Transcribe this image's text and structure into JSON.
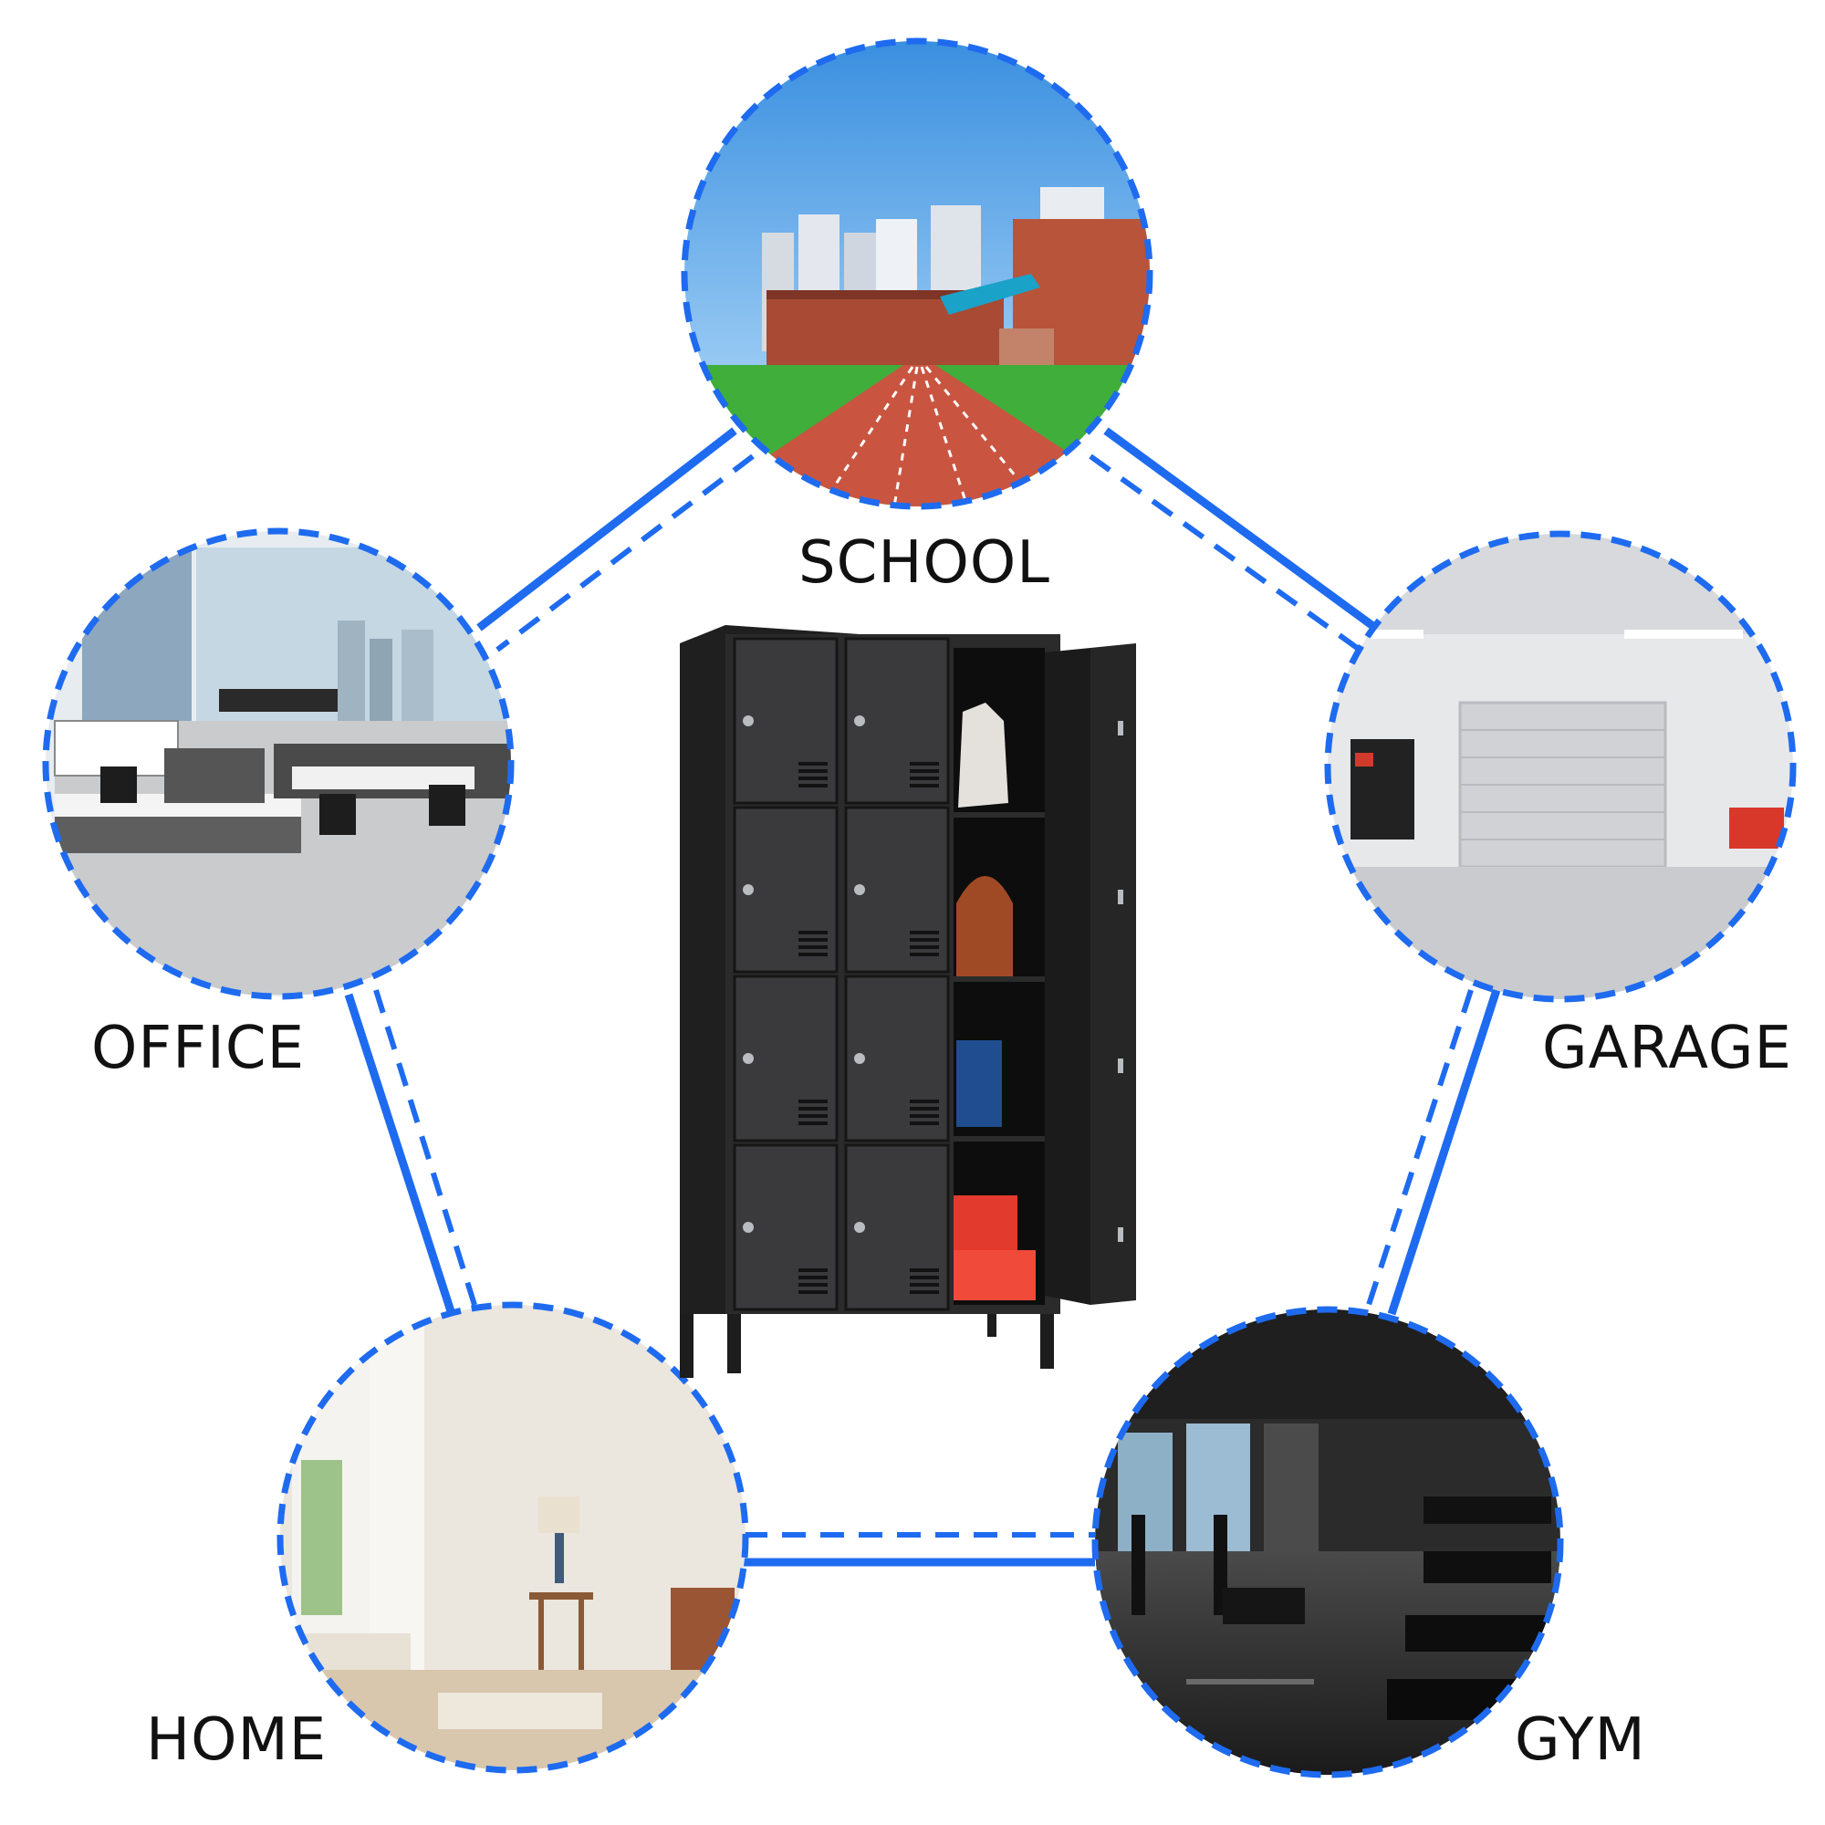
{
  "scenes": [
    {
      "key": "school",
      "label": "SCHOOL"
    },
    {
      "key": "office",
      "label": "OFFICE"
    },
    {
      "key": "garage",
      "label": "GARAGE"
    },
    {
      "key": "home",
      "label": "HOME"
    },
    {
      "key": "gym",
      "label": "GYM"
    }
  ],
  "colors": {
    "accent": "#1e6bf0",
    "locker_body": "#2b2b2b",
    "locker_dark": "#161616",
    "background": "#ffffff"
  }
}
